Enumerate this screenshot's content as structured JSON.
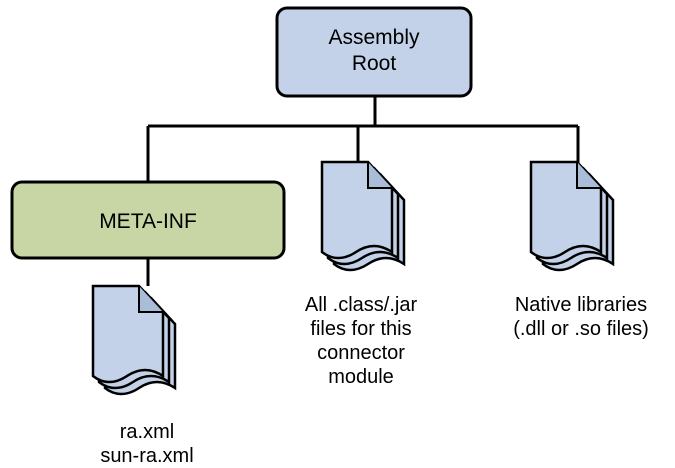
{
  "colors": {
    "root_box_fill": "#c3d2e8",
    "meta_box_fill": "#c7d6a4",
    "doc_fill": "#c3d2e8",
    "stroke": "#000000",
    "background": "#ffffff"
  },
  "nodes": {
    "root": {
      "line1": "Assembly",
      "line2": "Root"
    },
    "meta_inf": {
      "label": "META-INF"
    },
    "class_files": {
      "icon": "document-stack-icon",
      "line1": "All .class/.jar",
      "line2": "files for this",
      "line3": "connector",
      "line4": "module"
    },
    "native_libs": {
      "icon": "document-stack-icon",
      "line1": "Native libraries",
      "line2": "(.dll or .so files)"
    },
    "descriptors": {
      "icon": "document-stack-icon",
      "line1": "ra.xml",
      "line2": "sun-ra.xml"
    }
  }
}
